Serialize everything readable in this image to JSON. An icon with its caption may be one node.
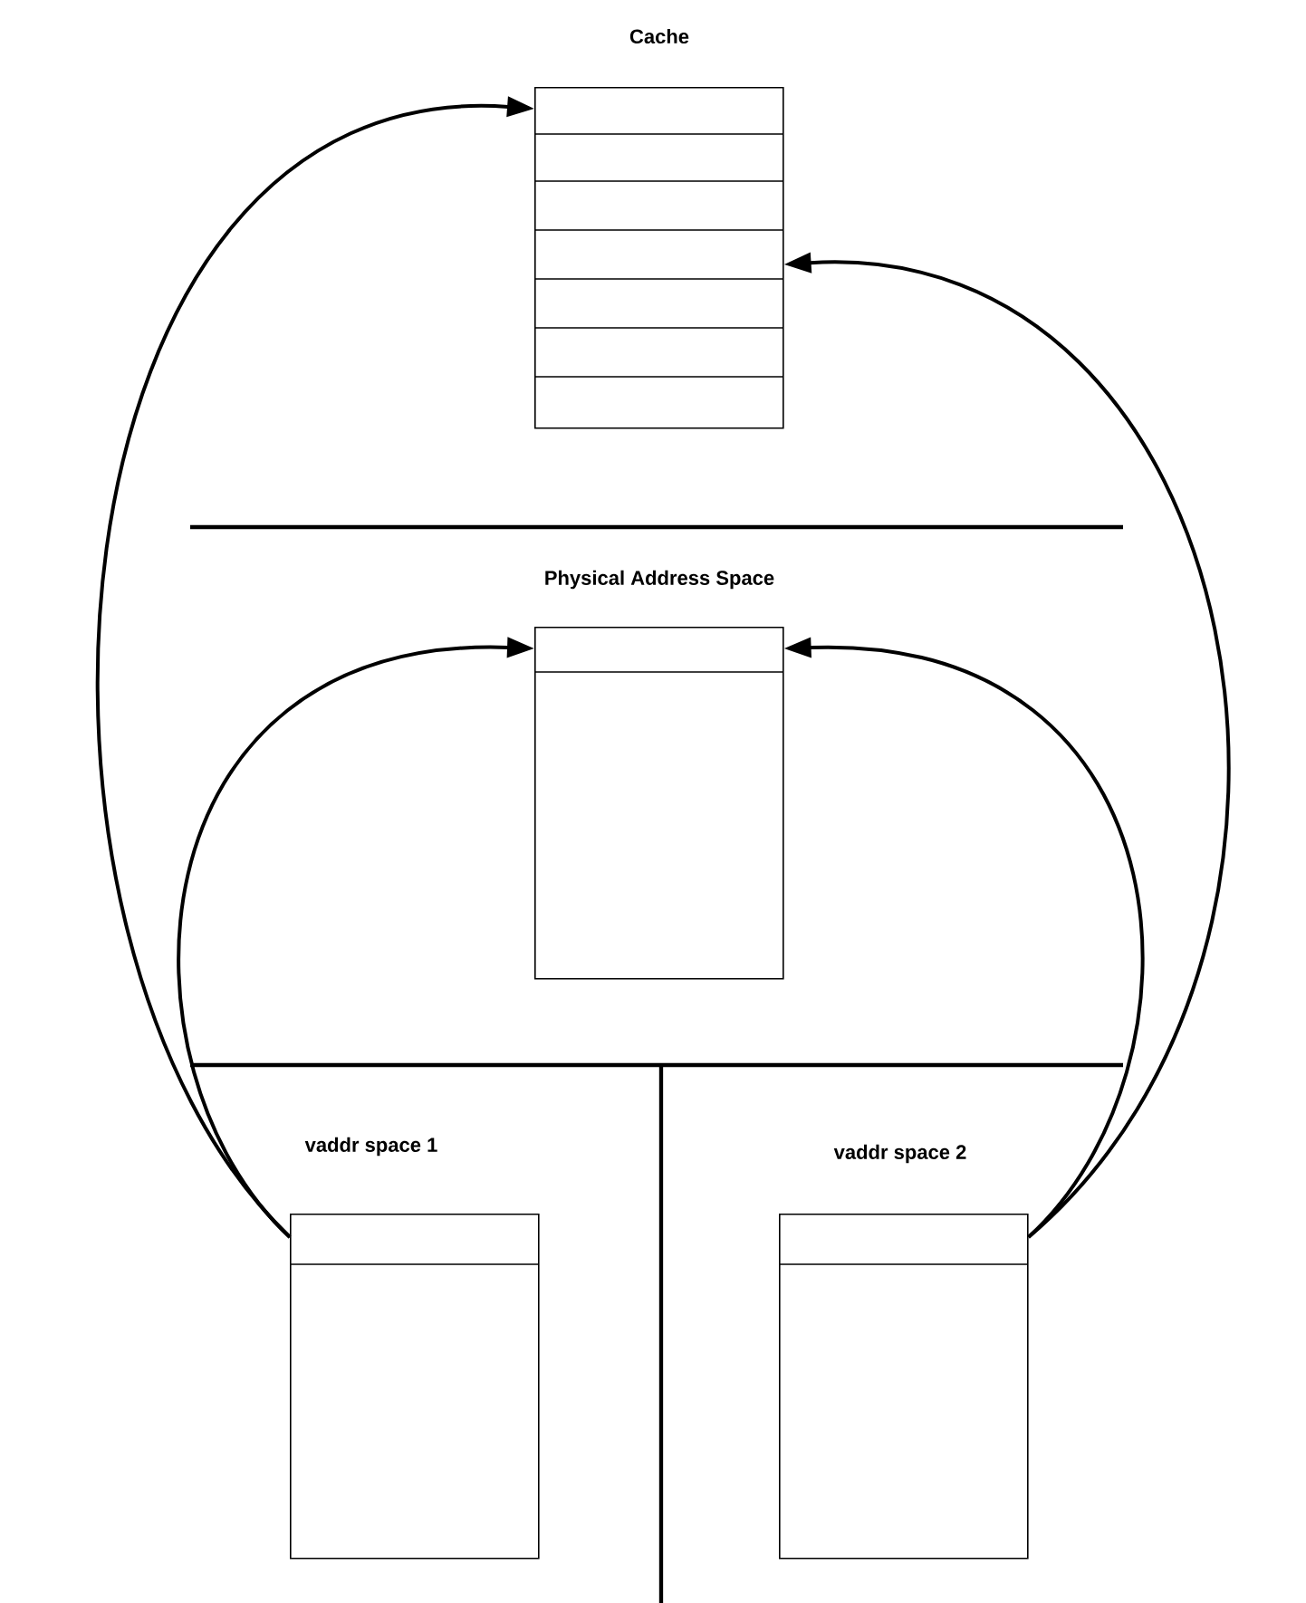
{
  "diagram": {
    "nodes": [
      {
        "text": [
          "Cache"
        ]
      },
      {
        "text": [
          "Physical Address Space"
        ]
      },
      {
        "text": [
          "vaddr space 1"
        ]
      },
      {
        "text": [
          "vaddr space 2"
        ]
      }
    ],
    "edges": [
      {
        "from": 2,
        "to": 0,
        "arrow": "to"
      },
      {
        "from": 2,
        "to": 1,
        "arrow": "to"
      },
      {
        "from": 3,
        "to": 1,
        "arrow": "to"
      },
      {
        "from": 3,
        "to": 0,
        "arrow": "to"
      }
    ]
  }
}
